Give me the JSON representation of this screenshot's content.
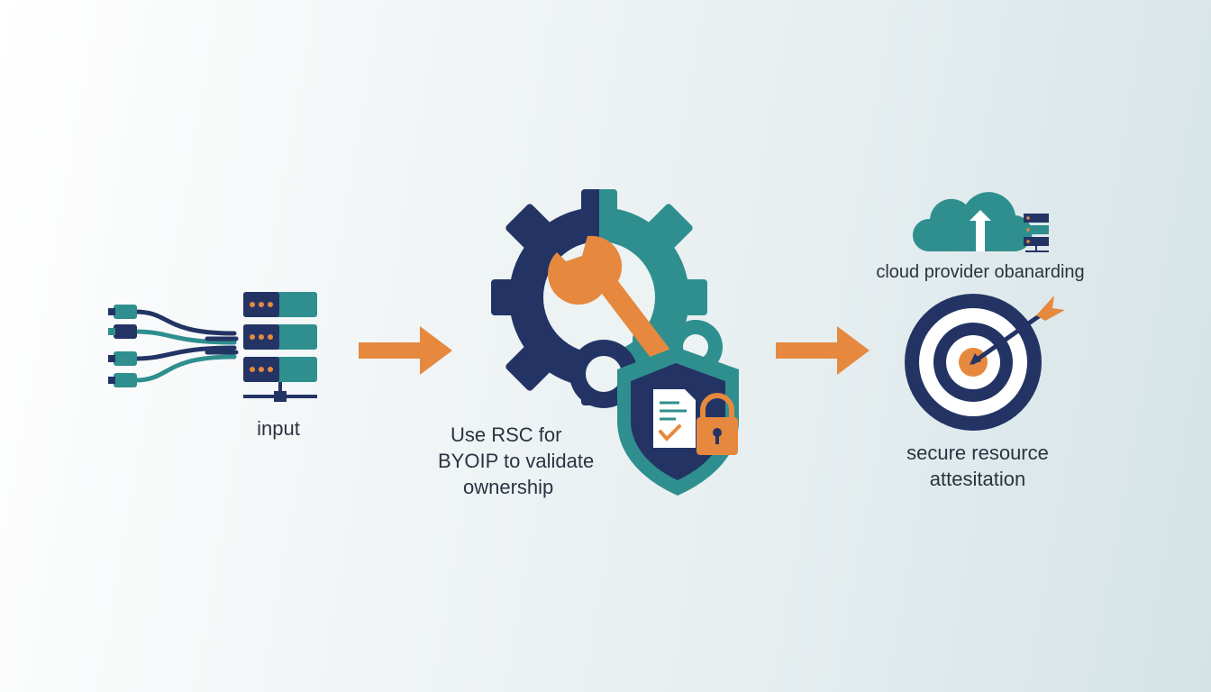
{
  "diagram": {
    "steps": [
      {
        "label": "input",
        "icon": "server-cables-icon"
      },
      {
        "label_lines": [
          "Use RSC for",
          "BYOIP to validate",
          "ownership"
        ],
        "icon": "gear-wrench-shield-icon"
      },
      {
        "top_label": "cloud provider obanarding",
        "top_icon": "cloud-upload-server-icon",
        "label_lines": [
          "secure resource",
          "attesitation"
        ],
        "icon": "target-arrow-icon"
      }
    ],
    "connectors": [
      "arrow-right-icon",
      "arrow-right-icon"
    ]
  },
  "colors": {
    "navy": "#233464",
    "teal": "#2f8f8f",
    "orange": "#e6893e",
    "text": "#2c3340"
  }
}
